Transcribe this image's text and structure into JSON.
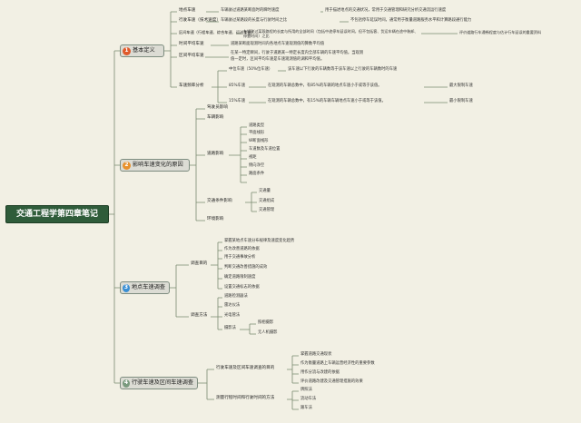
{
  "root": "交通工程学第四章笔记",
  "branches": [
    {
      "num": "1",
      "label": "基本定义",
      "color": "#e05a2b"
    },
    {
      "num": "2",
      "label": "影响车速变化的原因",
      "color": "#e8912c"
    },
    {
      "num": "3",
      "label": "地点车速调查",
      "color": "#3a8fd4"
    },
    {
      "num": "4",
      "label": "行驶车速及区间车速调查",
      "color": "#7a9a7e"
    }
  ],
  "b1": {
    "spot": {
      "label": "地点车速",
      "desc": "车辆驶过道路某断面时的瞬时速度",
      "desc2": "用于描述地点的交通状况，常用于交通管理和研究分析交通流运行速度"
    },
    "travel": {
      "label": "行驶车速（技术速度）",
      "desc": "车辆驶过某路段的长度与行驶时间之比",
      "desc2": "不包括停车延误时间，通常用于衡量道路服务水平和计算路段通行能力"
    },
    "section": {
      "label": "区间车速（行程车速、综合车速、运送车速）",
      "desc": "车辆驶过某段路程的长度与所用的全部时间（包括中途停车延误时间，但不包括客、货运车辆在途中装卸、停靠时间）之比",
      "desc2": "评价道路行车通畅程度与估计行车延误的重要资料"
    },
    "timemean": {
      "label": "时间平均车速",
      "desc": "道路某断面观测时间内各地点车速观测值的算数平均值"
    },
    "spacemean": {
      "label": "区间平均车速",
      "desc": "在某一特定瞬间，行驶于道路某一特定长度内全部车辆的车速平均值。当观测",
      "desc_b": "值一定时，区间平均车速是车速观测值的调和平均值。"
    },
    "dist": {
      "label": "车速频率分析",
      "items": [
        {
          "label": "中位车速（50%位车速）",
          "desc": "该车速以下行驶的车辆数等于该车速以上行驶的车辆数时的车速"
        },
        {
          "label": "85%车速",
          "desc": "在观测的车辆总数中，有85%的车辆的地点车速小于或等于该值。",
          "note": "最大限制车速"
        },
        {
          "label": "15%车速",
          "desc": "在观测的车辆总数中，有15%的车辆车辆地点车速小于或等于该值。",
          "note": "最小限制车速"
        }
      ]
    }
  },
  "b2": {
    "driver": "驾驶员影响",
    "vehicle": "车辆影响",
    "road": {
      "label": "道路影响",
      "items": [
        "道路类型",
        "平面线形",
        "纵断面线形",
        "车道数及车道位置",
        "视距",
        "侧向净空",
        "路面条件"
      ]
    },
    "traffic": {
      "label": "交通条件影响",
      "items": [
        "交通量",
        "交通组成",
        "交通管理"
      ]
    },
    "env": "环境影响"
  },
  "b3": {
    "purpose": {
      "label": "调查目的",
      "items": [
        "掌握某地点车速分布规律及速度变化趋势",
        "作为改善道路的依据",
        "用于交通事故分析",
        "判断交通改善措施的成效",
        "确定道路限制速度",
        "设置交通标志的依据"
      ]
    },
    "method": {
      "label": "调查方法",
      "items": [
        "道路检测器法",
        "雷达仪法",
        "光电管法"
      ],
      "video": {
        "label": "摄影法",
        "items": [
          "照相摄影",
          "无人机摄影"
        ]
      }
    }
  },
  "b4": {
    "purpose": {
      "label": "行驶车速及区间车速调查的目的",
      "items": [
        "掌握道路交通现状",
        "作为衡量道路上车辆运营经济性的重要参数",
        "用作分流与改建的依据",
        "评价道路改建及交通管理措施的效果"
      ]
    },
    "method": {
      "label": "测量行程时间和行驶时间的方法",
      "items": [
        "牌照法",
        "流动车法",
        "跟车法"
      ]
    }
  }
}
